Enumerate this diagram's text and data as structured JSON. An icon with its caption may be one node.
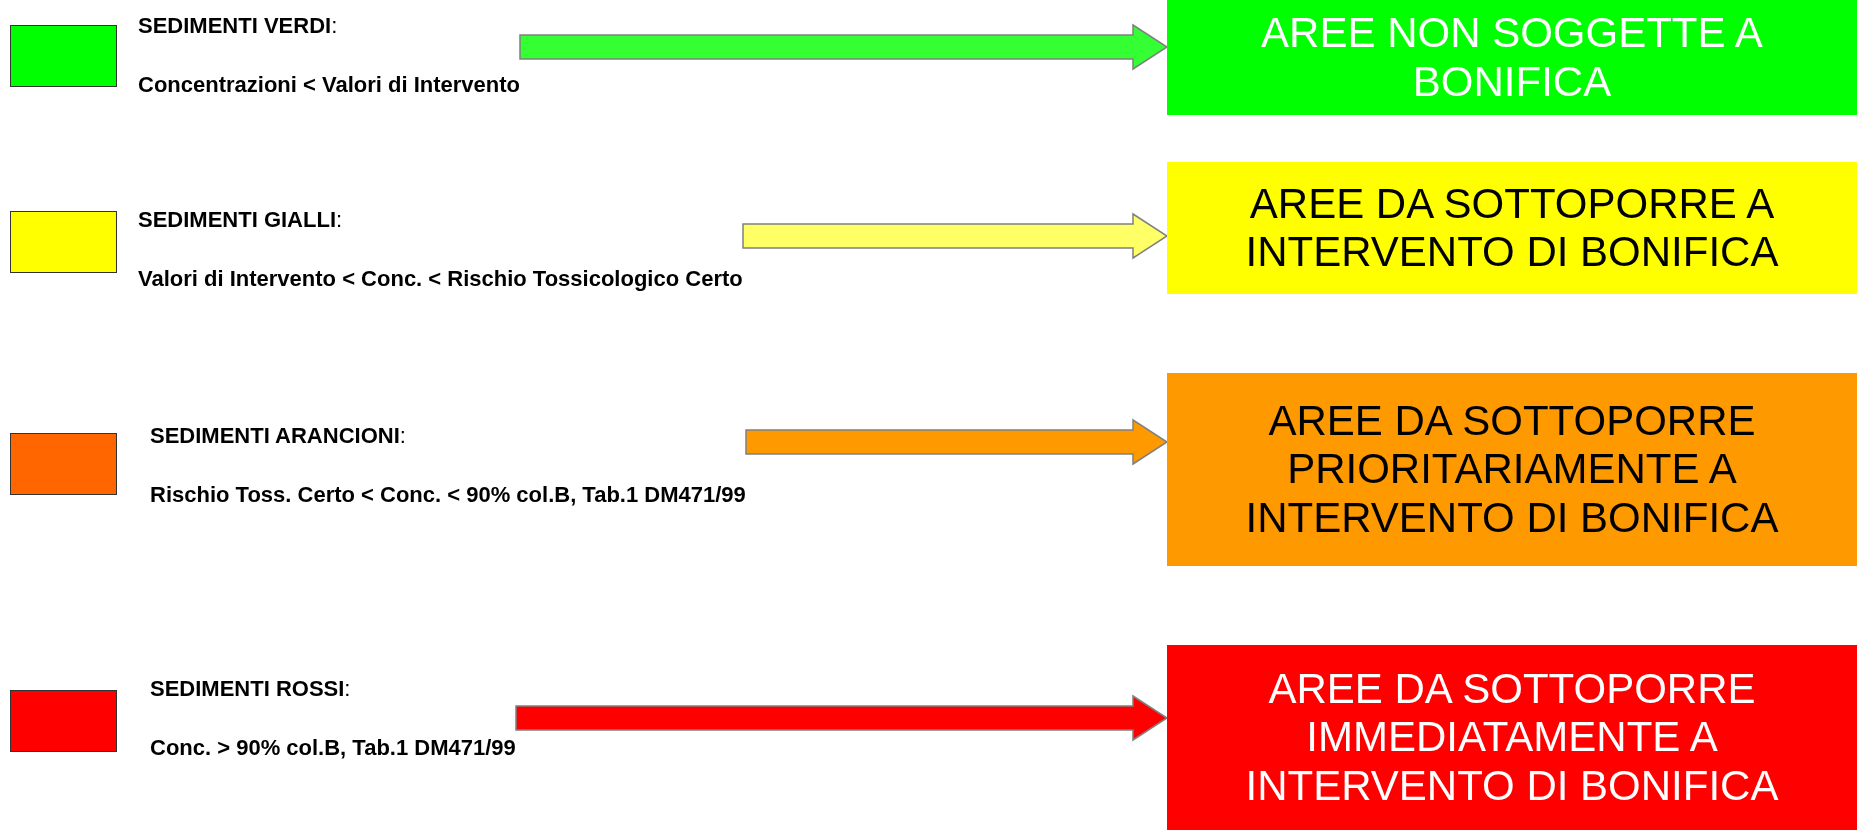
{
  "diagram": {
    "nodes": [
      {
        "text": [
          "**SEDIMENTI VERDI**:",
          "Concentrazioni < Valori di Intervento"
        ]
      },
      {
        "text": [
          "**SEDIMENTI GIALLI**:",
          "Valori di Intervento < Conc. < Rischio Tossicologico Certo"
        ]
      },
      {
        "text": [
          "**SEDIMENTI ARANCIONI**:",
          "Rischio Toss. Certo < Conc. < 90% col.B, Tab.1 DM471/99"
        ]
      },
      {
        "text": [
          "**SEDIMENTI ROSSI**:",
          "Conc. > 90% col.B, Tab.1 DM471/99"
        ]
      },
      {
        "text": [
          "AREE NON SOGGETTE A BONIFICA"
        ]
      },
      {
        "text": [
          "AREE DA SOTTOPORRE A INTERVENTO DI BONIFICA"
        ]
      },
      {
        "text": [
          "AREE DA SOTTOPORRE PRIORITARIAMENTE A INTERVENTO DI BONIFICA"
        ]
      },
      {
        "text": [
          "AREE DA SOTTOPORRE IMMEDIATAMENTE A INTERVENTO DI BONIFICA"
        ]
      }
    ],
    "edges": [
      {
        "from": 0,
        "to": 4,
        "arrow": "to",
        "color": "#33ff33"
      },
      {
        "from": 1,
        "to": 5,
        "arrow": "to",
        "color": "#ffff66"
      },
      {
        "from": 2,
        "to": 6,
        "arrow": "to",
        "color": "#ff9900"
      },
      {
        "from": 3,
        "to": 7,
        "arrow": "to",
        "color": "#ff0000"
      }
    ]
  }
}
